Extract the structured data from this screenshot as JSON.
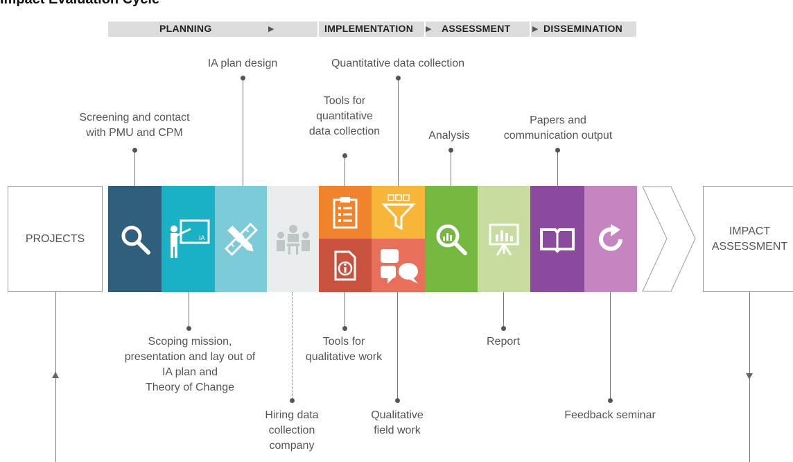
{
  "title": "Impact Evaluation Cycle",
  "phases": {
    "planning": "PLANNING",
    "implementation": "IMPLEMENTATION",
    "assessment": "ASSESSMENT",
    "dissemination": "DISSEMINATION"
  },
  "boxes": {
    "projects": "PROJECTS",
    "impact": "IMPACT\nASSESSMENT"
  },
  "labels_top": {
    "screening": "Screening and contact\nwith PMU and CPM",
    "ia_plan": "IA plan design",
    "tools_quant": "Tools for\nquantitative\ndata collection",
    "quant_collection": "Quantitative data collection",
    "analysis": "Analysis",
    "papers": "Papers and\ncommunication output"
  },
  "labels_bottom": {
    "scoping": "Scoping mission,\npresentation and lay out of\nIA plan and\nTheory of Change",
    "hiring": "Hiring data\ncollection\ncompany",
    "tools_qual": "Tools for\nqualitative work",
    "qual_field": "Qualitative\nfield work",
    "report": "Report",
    "feedback": "Feedback seminar"
  },
  "icons": {
    "screening": "magnifier-icon",
    "scoping": "presentation-board-icon",
    "design": "ruler-pencil-icon",
    "hiring": "meeting-people-icon",
    "tools_quant": "clipboard-checklist-icon",
    "tools_qual": "info-document-icon",
    "quant_collection": "funnel-icon",
    "qual_field": "chat-bubbles-icon",
    "analysis": "chart-magnifier-icon",
    "report": "chart-easel-icon",
    "papers": "open-book-icon",
    "feedback": "refresh-icon"
  },
  "colors": {
    "screening": "#2f5f7d",
    "scoping": "#1ab1c7",
    "design": "#7ccbd9",
    "hiring": "#e9ecec",
    "tools_quant": "#f0832b",
    "tools_qual": "#c9523f",
    "quant_collection": "#f7b53a",
    "qual_field": "#e86f5a",
    "analysis": "#74b840",
    "report": "#c7dd9f",
    "papers": "#8c4a9e",
    "feedback": "#c585c1"
  }
}
